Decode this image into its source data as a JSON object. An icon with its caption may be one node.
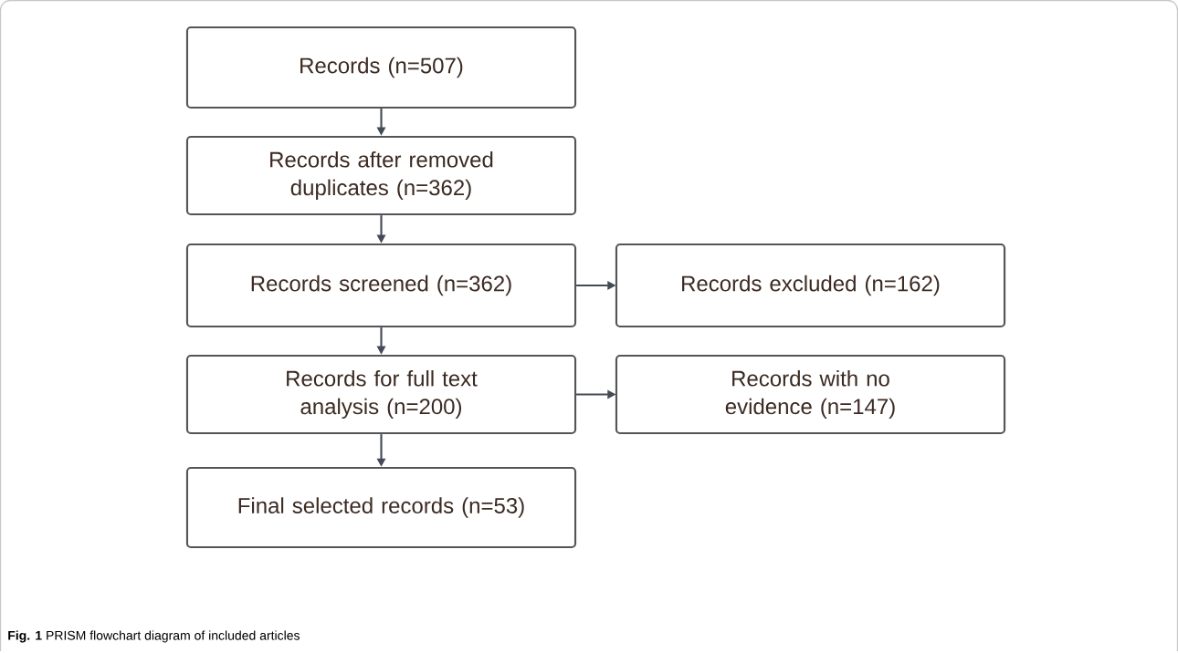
{
  "diagram": {
    "caption": "**Fig. 1** PRISM flowchart diagram of included articles",
    "nodes": [
      {
        "text": [
          "Records (n=507)"
        ]
      },
      {
        "text": [
          "Records after removed duplicates (n=362)"
        ]
      },
      {
        "text": [
          "Records screened (n=362)"
        ]
      },
      {
        "text": [
          "Records excluded (n=162)"
        ]
      },
      {
        "text": [
          "Records for full text analysis (n=200)"
        ]
      },
      {
        "text": [
          "Records with no evidence (n=147)"
        ]
      },
      {
        "text": [
          "Final selected records (n=53)"
        ]
      }
    ],
    "edges": [
      {
        "from": 0,
        "to": 1,
        "arrow": "to"
      },
      {
        "from": 1,
        "to": 2,
        "arrow": "to"
      },
      {
        "from": 2,
        "to": 3,
        "arrow": "to"
      },
      {
        "from": 2,
        "to": 4,
        "arrow": "to"
      },
      {
        "from": 4,
        "to": 5,
        "arrow": "to"
      },
      {
        "from": 4,
        "to": 6,
        "arrow": "to"
      }
    ]
  }
}
